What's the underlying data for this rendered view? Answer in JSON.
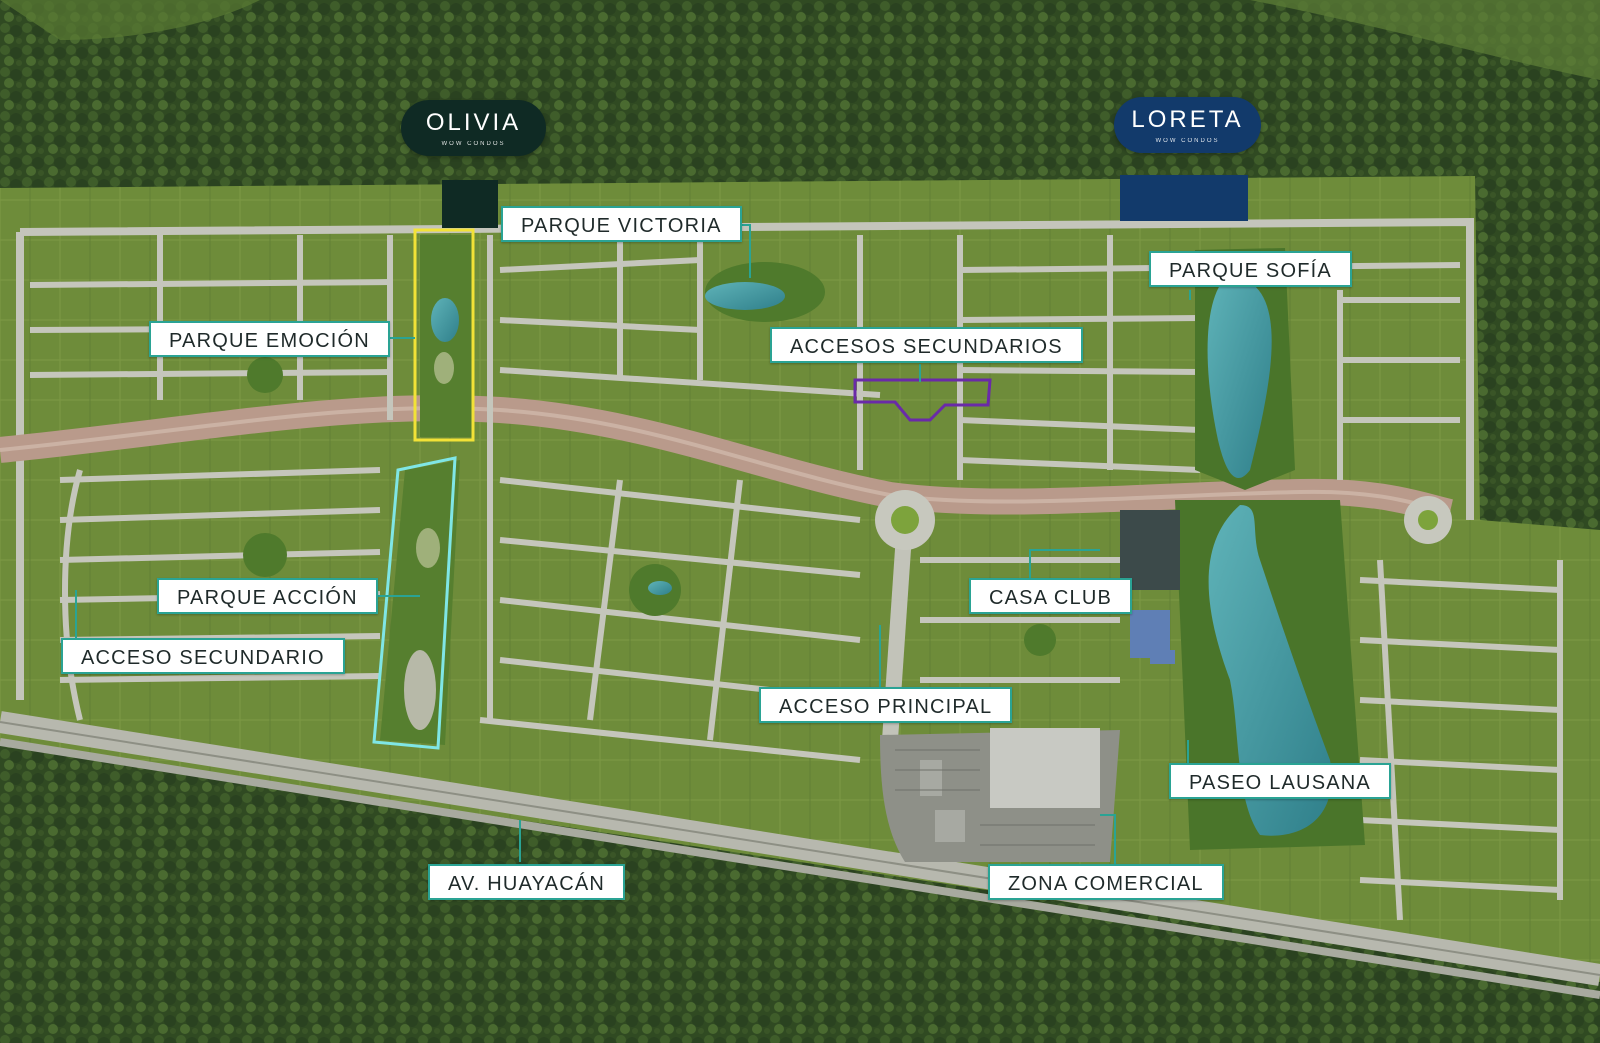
{
  "brands": {
    "olivia": {
      "name": "OLIVIA",
      "sub": "WOW CONDOS",
      "color": "#0f2a24"
    },
    "loreta": {
      "name": "LORETA",
      "sub": "WOW CONDOS",
      "color": "#123a6b"
    }
  },
  "labels": {
    "parque_victoria": "PARQUE VICTORIA",
    "parque_sofia": "PARQUE SOFÍA",
    "parque_emocion": "PARQUE EMOCIÓN",
    "accesos_secundarios": "ACCESOS SECUNDARIOS",
    "parque_accion": "PARQUE ACCIÓN",
    "acceso_secundario": "ACCESO SECUNDARIO",
    "casa_club": "CASA CLUB",
    "acceso_principal": "ACCESO PRINCIPAL",
    "paseo_lausana": "PASEO LAUSANA",
    "av_huayacan": "AV. HUAYACÁN",
    "zona_comercial": "ZONA COMERCIAL"
  },
  "colors": {
    "label_border": "#2aa394",
    "forest": "#2f4a22",
    "lawn": "#6f8f3a",
    "road": "#bfc0b6",
    "water": "#4aa3a8",
    "olivia_outline": "#f2e237",
    "accion_outline": "#7fe6e6",
    "accesos_outline": "#6a2aa8"
  }
}
